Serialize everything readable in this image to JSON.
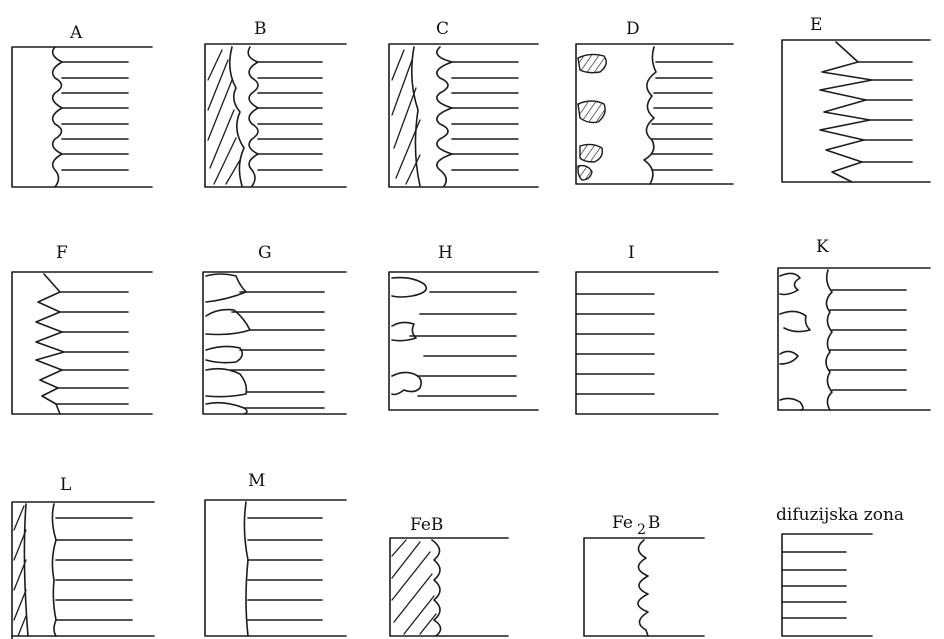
{
  "panels": [
    {
      "id": "A",
      "label": "A"
    },
    {
      "id": "B",
      "label": "B"
    },
    {
      "id": "C",
      "label": "C"
    },
    {
      "id": "D",
      "label": "D"
    },
    {
      "id": "E",
      "label": "E"
    },
    {
      "id": "F",
      "label": "F"
    },
    {
      "id": "G",
      "label": "G"
    },
    {
      "id": "H",
      "label": "H"
    },
    {
      "id": "I",
      "label": "I"
    },
    {
      "id": "K",
      "label": "K"
    },
    {
      "id": "L",
      "label": "L"
    },
    {
      "id": "M",
      "label": "M"
    },
    {
      "id": "FeB",
      "label": "FeB"
    },
    {
      "id": "Fe2B",
      "label_main": "Fe",
      "label_sub": "2",
      "label_end": "B"
    },
    {
      "id": "diff",
      "label": "difuzijska zona"
    }
  ]
}
